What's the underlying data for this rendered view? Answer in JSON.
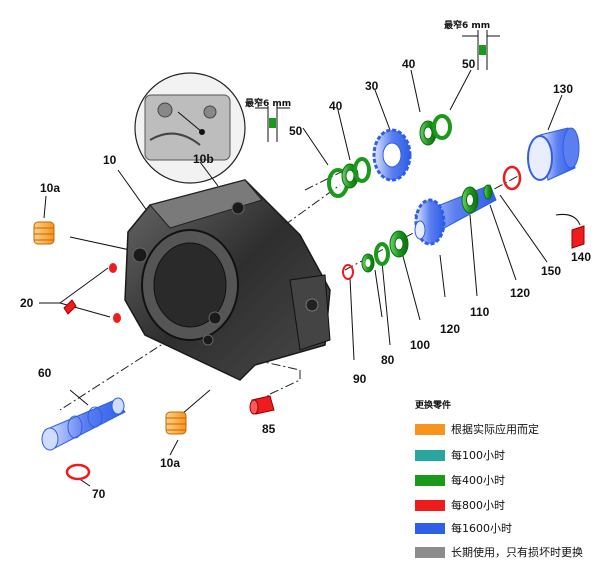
{
  "labels": {
    "p10": "10",
    "p10a_top": "10a",
    "p10a_bottom": "10a",
    "p10b": "10b",
    "p20": "20",
    "p30": "30",
    "p40_left": "40",
    "p40_right": "40",
    "p50_left": "50",
    "p50_right": "50",
    "p60": "60",
    "p70": "70",
    "p80": "80",
    "p85": "85",
    "p90": "90",
    "p100": "100",
    "p110": "110",
    "p120_lower": "120",
    "p120_upper": "120",
    "p130": "130",
    "p140": "140",
    "p150": "150"
  },
  "wear_notes": {
    "left": "最窄6 mm",
    "right": "最窄6 mm"
  },
  "legend": {
    "title": "更换零件",
    "items": [
      {
        "color": "#f7941d",
        "text": "根据实际应用而定"
      },
      {
        "color": "#2aa6a0",
        "text": "每100小时"
      },
      {
        "color": "#1a9a1a",
        "text": "每400小时"
      },
      {
        "color": "#ee1c1c",
        "text": "每800小时"
      },
      {
        "color": "#2f5ee8",
        "text": "每1600小时"
      },
      {
        "color": "#8c8c8c",
        "text": "长期使用，只有损坏时更换"
      }
    ]
  },
  "colors": {
    "orange": "#f7941d",
    "green": "#1a9a1a",
    "red": "#ee1c1c",
    "blue": "#2f5ee8",
    "dark": "#333333"
  }
}
